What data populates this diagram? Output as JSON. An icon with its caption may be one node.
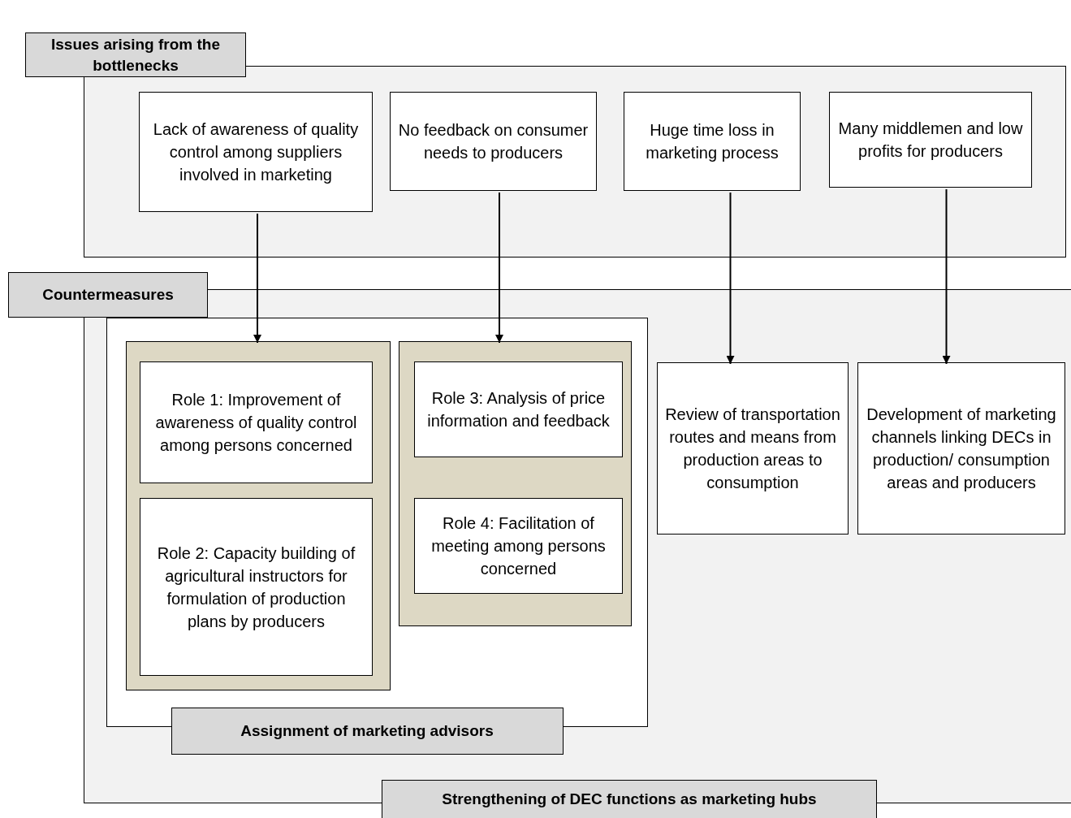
{
  "diagram": {
    "nodes": [
      {
        "text": [
          "Issues arising from the bottlenecks"
        ]
      },
      {
        "text": [
          "Lack of awareness of quality control among suppliers involved in marketing"
        ],
        "in": 0
      },
      {
        "text": [
          "No feedback on consumer needs to producers"
        ],
        "in": 0
      },
      {
        "text": [
          "Huge time loss in marketing process"
        ],
        "in": 0
      },
      {
        "text": [
          "Many middlemen and low profits for producers"
        ],
        "in": 0
      },
      {
        "text": [
          "Countermeasures",
          "Strengthening of DEC functions as marketing hubs"
        ]
      },
      {
        "text": [
          "Assignment of marketing advisors"
        ],
        "in": 5
      },
      {
        "text": [],
        "shape": "box",
        "in": 6
      },
      {
        "text": [
          "Role 1: Improvement of awareness of quality control among persons concerned"
        ],
        "in": 7
      },
      {
        "text": [
          "Role 2: Capacity building of agricultural instructors for formulation of production plans by producers"
        ],
        "in": 7
      },
      {
        "text": [],
        "shape": "box",
        "in": 6
      },
      {
        "text": [
          "Role 3: Analysis of price information and feedback"
        ],
        "in": 10
      },
      {
        "text": [
          "Role 4: Facilitation of meeting among persons concerned"
        ],
        "in": 10
      },
      {
        "text": [
          "Review of transportation routes and means from production areas to consumption"
        ],
        "in": 5
      },
      {
        "text": [
          "Development of marketing channels linking DECs in production/ consumption areas and producers"
        ],
        "in": 5
      }
    ],
    "edges": [
      {
        "from": 1,
        "to": 7,
        "arrow": "to"
      },
      {
        "from": 2,
        "to": 10,
        "arrow": "to"
      },
      {
        "from": 3,
        "to": 13,
        "arrow": "to"
      },
      {
        "from": 4,
        "to": 14,
        "arrow": "to"
      }
    ]
  }
}
